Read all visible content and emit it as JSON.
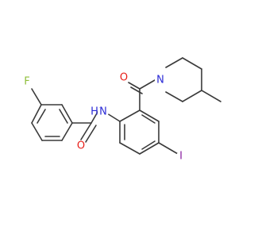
{
  "atoms": {
    "fluorine": "F",
    "amide_oxygen": "O",
    "amide_nitrogen": "N",
    "amide_hydrogen": "H",
    "ketone_oxygen": "O",
    "piperidine_nitrogen": "N",
    "iodine": "I"
  },
  "colors": {
    "bond": "#3a3a3a",
    "fluorine": "#8fbf3a",
    "oxygen": "#e8201a",
    "nitrogen": "#2b2bd6",
    "iodine": "#8a1fa0"
  }
}
